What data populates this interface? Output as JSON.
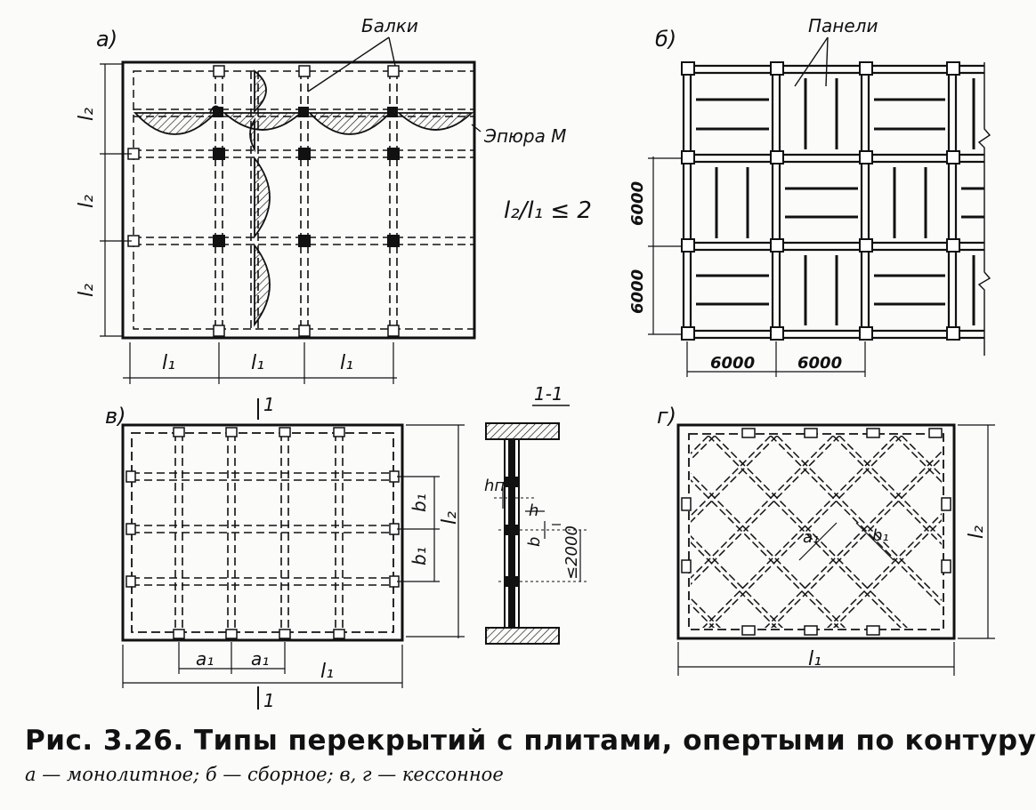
{
  "panels": {
    "a": {
      "label": "а)",
      "beams_label": "Балки",
      "moment_label": "Эпюра М",
      "ratio_label": "l₂/l₁ ≤ 2",
      "span_x": "l₁",
      "span_y": "l₂"
    },
    "b": {
      "label": "б)",
      "panels_label": "Панели",
      "dim": "6000"
    },
    "v": {
      "label": "в)",
      "section_mark": "1",
      "span_x": "l₁",
      "span_y": "l₂",
      "grid_a": "a₁",
      "grid_b": "b₁"
    },
    "section": {
      "label": "1-1",
      "slab_thickness": "hп",
      "rib_height": "h",
      "rib_width": "b",
      "spacing": "≤2000"
    },
    "g": {
      "label": "г)",
      "span_x": "l₁",
      "span_y": "l₂",
      "grid_a": "a₁",
      "grid_b": "b₁"
    }
  },
  "caption": {
    "title": "Рис.  3.26.  Типы  перекрытий  с  плитами,  опертыми  по  контуру",
    "subtitle": "а — монолитное;  б — сборное;  в, г — кессонное"
  }
}
